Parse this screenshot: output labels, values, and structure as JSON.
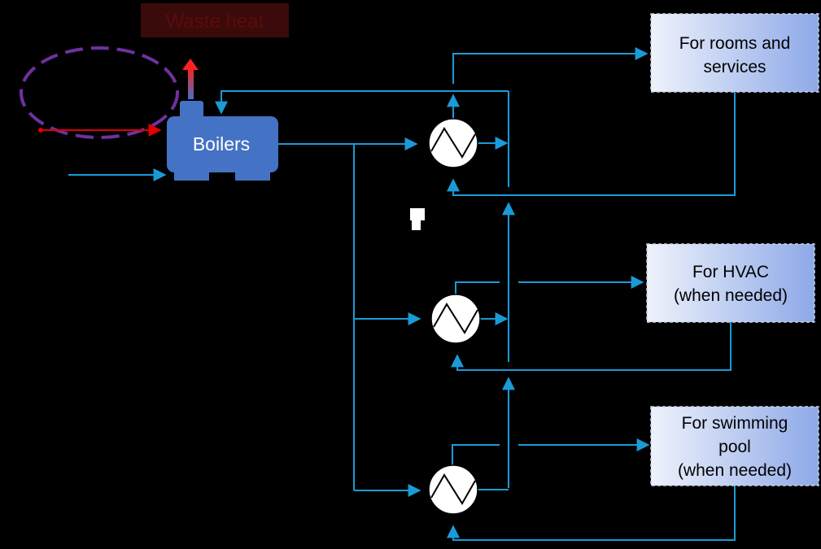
{
  "diagram": {
    "waste_heat_label": "Waste heat",
    "boilers_label": "Boilers",
    "consumers": [
      {
        "lines": [
          "For rooms and",
          "services"
        ]
      },
      {
        "lines": [
          "For HVAC",
          "(when needed)"
        ]
      },
      {
        "lines": [
          "For swimming",
          "pool",
          "(when needed)"
        ]
      }
    ]
  },
  "colors": {
    "background": "#000000",
    "pipe": "#1a9bd7",
    "boiler": "#4472c4",
    "waste_heat_box": "#3b0a0a",
    "waste_heat_text": "#5c0b0b",
    "loop_ellipse": "#7030a0",
    "fuel_arrow": "#e00000",
    "consumer_box_light": "#eef2fb",
    "consumer_box_dark": "#8ea9e8",
    "exchanger_fill": "#ffffff"
  },
  "icons": {
    "exchanger": "heat-exchanger-icon",
    "exhaust": "exhaust-arrow-icon"
  }
}
